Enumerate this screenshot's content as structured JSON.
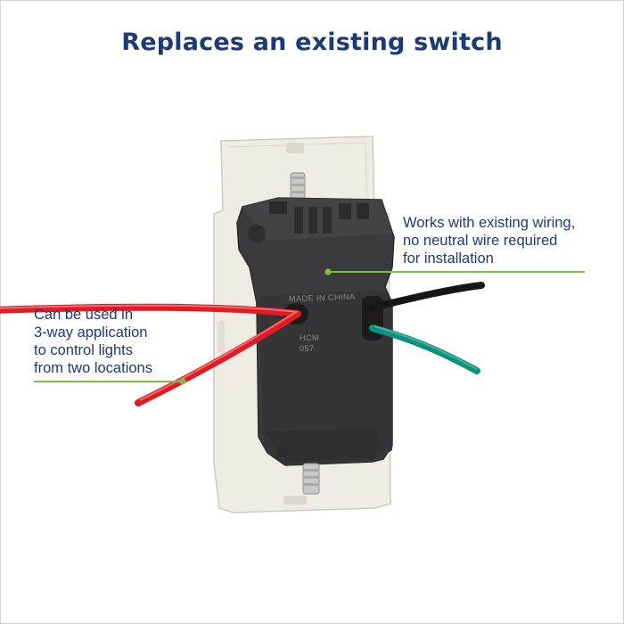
{
  "title": "Replaces an existing switch",
  "callouts": {
    "wiring": [
      "Works with existing wiring,",
      "no neutral wire required",
      "for installation"
    ],
    "three_way": [
      "Can be used in",
      "3-way application",
      "to control lights",
      "from two locations"
    ]
  },
  "product_marking": "MADE IN CHINA",
  "product_code": [
    "HCM",
    "057"
  ],
  "colors": {
    "title": "#1b3a78",
    "callout_text": "#1b3a78",
    "leader_line": "#7cc242",
    "device_body": "#3b3b3d",
    "wallplate": "#efece6",
    "wire_red": "#e11b22",
    "wire_black": "#161616",
    "wire_green": "#0f8f7c"
  }
}
